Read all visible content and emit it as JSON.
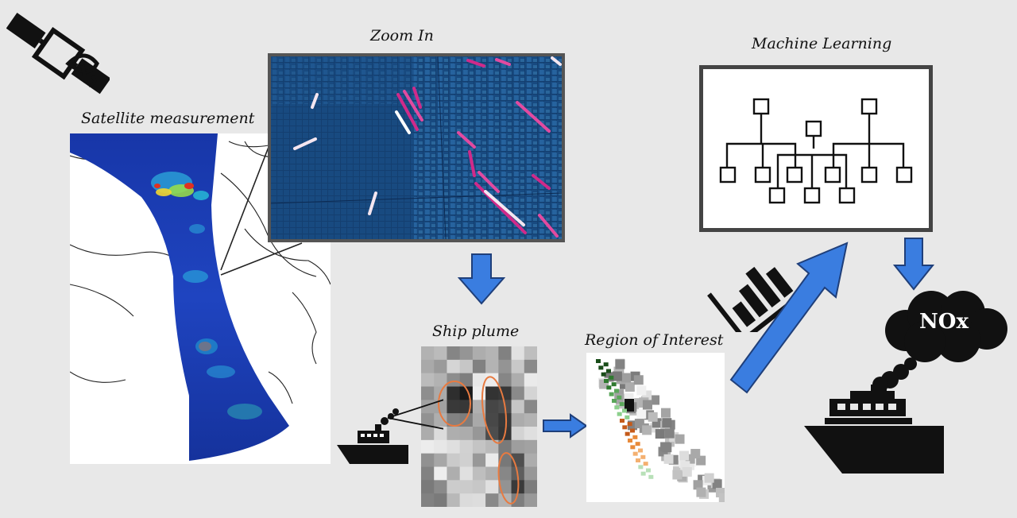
{
  "diagram": {
    "labels": {
      "satellite": "Satellite measurement",
      "zoom": "Zoom In",
      "plume": "Ship plume",
      "roi": "Region of Interest",
      "ml": "Machine Learning",
      "nox": "NOx"
    },
    "icons": [
      "satellite-icon",
      "ship-icon",
      "chart-icon",
      "cloud-icon",
      "arrow-down-icon",
      "arrow-right-icon",
      "arrow-up-right-icon"
    ],
    "colors": {
      "background": "#e8e8e8",
      "arrow": "#3a7de0",
      "arrow_outline": "#1f3f7a",
      "plume_outline": "#e87a40",
      "swath_blue": "#1a3fae"
    }
  }
}
